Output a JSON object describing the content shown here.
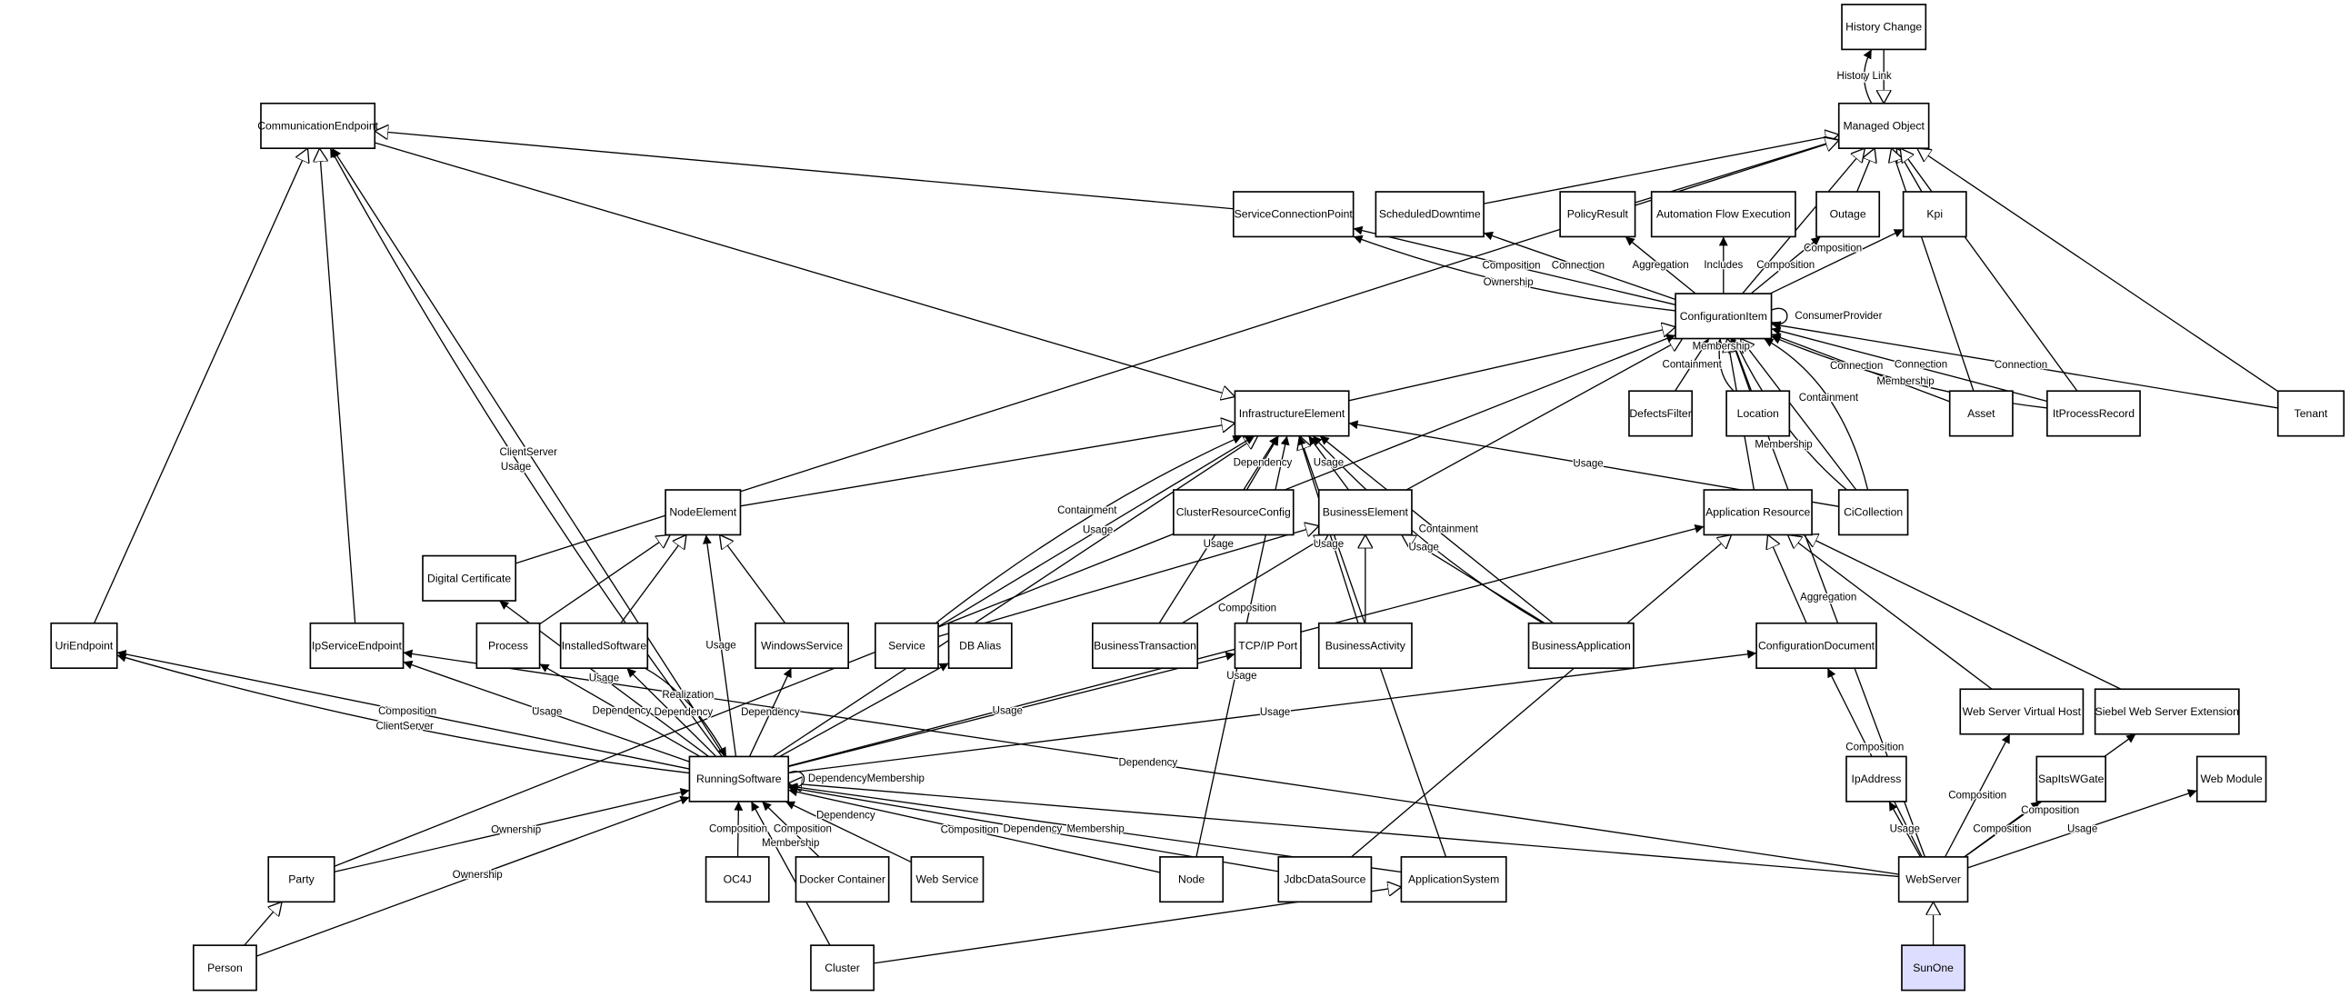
{
  "colors": {
    "node_fill": "#ffffff",
    "highlight_fill": "#ddddff",
    "stroke": "#000000"
  },
  "nodes": [
    {
      "id": "HistoryChange",
      "label": "History Change"
    },
    {
      "id": "ManagedObject",
      "label": "Managed Object"
    },
    {
      "id": "CommunicationEndpoint",
      "label": "CommunicationEndpoint"
    },
    {
      "id": "ServiceConnectionPoint",
      "label": "ServiceConnectionPoint"
    },
    {
      "id": "ScheduledDowntime",
      "label": "ScheduledDowntime"
    },
    {
      "id": "PolicyResult",
      "label": "PolicyResult"
    },
    {
      "id": "AutomationFlowExecution",
      "label": "Automation Flow Execution"
    },
    {
      "id": "Outage",
      "label": "Outage"
    },
    {
      "id": "Kpi",
      "label": "Kpi"
    },
    {
      "id": "ConfigurationItem",
      "label": "ConfigurationItem"
    },
    {
      "id": "InfrastructureElement",
      "label": "InfrastructureElement"
    },
    {
      "id": "DefectsFilter",
      "label": "DefectsFilter"
    },
    {
      "id": "Location",
      "label": "Location"
    },
    {
      "id": "Asset",
      "label": "Asset"
    },
    {
      "id": "ItProcessRecord",
      "label": "ItProcessRecord"
    },
    {
      "id": "Tenant",
      "label": "Tenant"
    },
    {
      "id": "NodeElement",
      "label": "NodeElement"
    },
    {
      "id": "ClusterResourceConfig",
      "label": "ClusterResourceConfig"
    },
    {
      "id": "BusinessElement",
      "label": "BusinessElement"
    },
    {
      "id": "ApplicationResource",
      "label": "Application Resource"
    },
    {
      "id": "CiCollection",
      "label": "CiCollection"
    },
    {
      "id": "DigitalCertificate",
      "label": "Digital Certificate"
    },
    {
      "id": "UriEndpoint",
      "label": "UriEndpoint"
    },
    {
      "id": "IpServiceEndpoint",
      "label": "IpServiceEndpoint"
    },
    {
      "id": "Process",
      "label": "Process"
    },
    {
      "id": "InstalledSoftware",
      "label": "InstalledSoftware"
    },
    {
      "id": "WindowsService",
      "label": "WindowsService"
    },
    {
      "id": "Service",
      "label": "Service"
    },
    {
      "id": "DBAlias",
      "label": "DB Alias"
    },
    {
      "id": "BusinessTransaction",
      "label": "BusinessTransaction"
    },
    {
      "id": "TcpIpPort",
      "label": "TCP/IP Port"
    },
    {
      "id": "BusinessActivity",
      "label": "BusinessActivity"
    },
    {
      "id": "BusinessApplication",
      "label": "BusinessApplication"
    },
    {
      "id": "ConfigurationDocument",
      "label": "ConfigurationDocument"
    },
    {
      "id": "WebServerVirtualHost",
      "label": "Web Server Virtual Host"
    },
    {
      "id": "SiebelWebServerExtension",
      "label": "Siebel Web Server Extension"
    },
    {
      "id": "RunningSoftware",
      "label": "RunningSoftware"
    },
    {
      "id": "IpAddress",
      "label": "IpAddress"
    },
    {
      "id": "SapItsWGate",
      "label": "SapItsWGate"
    },
    {
      "id": "WebModule",
      "label": "Web Module"
    },
    {
      "id": "Party",
      "label": "Party"
    },
    {
      "id": "OC4J",
      "label": "OC4J"
    },
    {
      "id": "DockerContainer",
      "label": "Docker Container"
    },
    {
      "id": "WebService",
      "label": "Web Service"
    },
    {
      "id": "Node",
      "label": "Node"
    },
    {
      "id": "JdbcDataSource",
      "label": "JdbcDataSource"
    },
    {
      "id": "ApplicationSystem",
      "label": "ApplicationSystem"
    },
    {
      "id": "WebServer",
      "label": "WebServer"
    },
    {
      "id": "Person",
      "label": "Person"
    },
    {
      "id": "Cluster",
      "label": "Cluster"
    },
    {
      "id": "SunOne",
      "label": "SunOne",
      "highlighted": true
    }
  ],
  "edges": [
    {
      "from": "HistoryChange",
      "to": "ManagedObject",
      "kind": "generalization",
      "label": ""
    },
    {
      "from": "ManagedObject",
      "to": "HistoryChange",
      "kind": "association",
      "label": "History Link"
    },
    {
      "from": "ServiceConnectionPoint",
      "to": "CommunicationEndpoint",
      "kind": "generalization",
      "label": ""
    },
    {
      "from": "UriEndpoint",
      "to": "CommunicationEndpoint",
      "kind": "generalization",
      "label": ""
    },
    {
      "from": "IpServiceEndpoint",
      "to": "CommunicationEndpoint",
      "kind": "generalization",
      "label": ""
    },
    {
      "from": "CommunicationEndpoint",
      "to": "InfrastructureElement",
      "kind": "generalization",
      "label": ""
    },
    {
      "from": "ScheduledDowntime",
      "to": "ManagedObject",
      "kind": "generalization",
      "label": ""
    },
    {
      "from": "PolicyResult",
      "to": "ManagedObject",
      "kind": "generalization",
      "label": ""
    },
    {
      "from": "Outage",
      "to": "ManagedObject",
      "kind": "generalization",
      "label": ""
    },
    {
      "from": "Kpi",
      "to": "ManagedObject",
      "kind": "generalization",
      "label": ""
    },
    {
      "from": "Asset",
      "to": "ManagedObject",
      "kind": "generalization",
      "label": ""
    },
    {
      "from": "ItProcessRecord",
      "to": "ManagedObject",
      "kind": "generalization",
      "label": ""
    },
    {
      "from": "Tenant",
      "to": "ManagedObject",
      "kind": "generalization",
      "label": ""
    },
    {
      "from": "ConfigurationItem",
      "to": "ManagedObject",
      "kind": "generalization",
      "label": ""
    },
    {
      "from": "DigitalCertificate",
      "to": "ManagedObject",
      "kind": "generalization",
      "label": ""
    },
    {
      "from": "InfrastructureElement",
      "to": "ConfigurationItem",
      "kind": "generalization",
      "label": ""
    },
    {
      "from": "Location",
      "to": "ConfigurationItem",
      "kind": "generalization",
      "label": ""
    },
    {
      "from": "BusinessElement",
      "to": "ConfigurationItem",
      "kind": "generalization",
      "label": ""
    },
    {
      "from": "ApplicationResource",
      "to": "ConfigurationItem",
      "kind": "generalization",
      "label": ""
    },
    {
      "from": "CiCollection",
      "to": "ConfigurationItem",
      "kind": "generalization",
      "label": ""
    },
    {
      "from": "NodeElement",
      "to": "InfrastructureElement",
      "kind": "generalization",
      "label": ""
    },
    {
      "from": "RunningSoftware",
      "to": "InfrastructureElement",
      "kind": "generalization",
      "label": ""
    },
    {
      "from": "ApplicationSystem",
      "to": "InfrastructureElement",
      "kind": "generalization",
      "label": ""
    },
    {
      "from": "Process",
      "to": "NodeElement",
      "kind": "generalization",
      "label": ""
    },
    {
      "from": "InstalledSoftware",
      "to": "NodeElement",
      "kind": "generalization",
      "label": ""
    },
    {
      "from": "WindowsService",
      "to": "NodeElement",
      "kind": "generalization",
      "label": ""
    },
    {
      "from": "Service",
      "to": "BusinessElement",
      "kind": "generalization",
      "label": ""
    },
    {
      "from": "BusinessTransaction",
      "to": "BusinessElement",
      "kind": "generalization",
      "label": ""
    },
    {
      "from": "BusinessActivity",
      "to": "BusinessElement",
      "kind": "generalization",
      "label": ""
    },
    {
      "from": "BusinessApplication",
      "to": "BusinessElement",
      "kind": "generalization",
      "label": ""
    },
    {
      "from": "ConfigurationDocument",
      "to": "ApplicationResource",
      "kind": "generalization",
      "label": ""
    },
    {
      "from": "WebServerVirtualHost",
      "to": "ApplicationResource",
      "kind": "generalization",
      "label": ""
    },
    {
      "from": "SiebelWebServerExtension",
      "to": "ApplicationResource",
      "kind": "generalization",
      "label": ""
    },
    {
      "from": "JdbcDataSource",
      "to": "ApplicationResource",
      "kind": "generalization",
      "label": ""
    },
    {
      "from": "Person",
      "to": "Party",
      "kind": "generalization",
      "label": ""
    },
    {
      "from": "Cluster",
      "to": "ApplicationSystem",
      "kind": "generalization",
      "label": ""
    },
    {
      "from": "SunOne",
      "to": "WebServer",
      "kind": "generalization",
      "label": ""
    },
    {
      "from": "WebServer",
      "to": "RunningSoftware",
      "kind": "generalization",
      "label": ""
    },
    {
      "from": "ConfigurationItem",
      "to": "ServiceConnectionPoint",
      "kind": "association",
      "label": "Composition"
    },
    {
      "from": "ConfigurationItem",
      "to": "ServiceConnectionPoint",
      "kind": "association",
      "label": "Ownership"
    },
    {
      "from": "ConfigurationItem",
      "to": "ScheduledDowntime",
      "kind": "association",
      "label": "Connection"
    },
    {
      "from": "ConfigurationItem",
      "to": "PolicyResult",
      "kind": "association",
      "label": "Aggregation"
    },
    {
      "from": "ConfigurationItem",
      "to": "AutomationFlowExecution",
      "kind": "association",
      "label": "Includes"
    },
    {
      "from": "ConfigurationItem",
      "to": "Outage",
      "kind": "association",
      "label": "Composition"
    },
    {
      "from": "ConfigurationItem",
      "to": "Kpi",
      "kind": "association",
      "label": "Composition"
    },
    {
      "from": "ConfigurationItem",
      "to": "ConfigurationItem",
      "kind": "association",
      "label": "ConsumerProvider"
    },
    {
      "from": "DefectsFilter",
      "to": "ConfigurationItem",
      "kind": "association",
      "label": "Containment"
    },
    {
      "from": "Location",
      "to": "ConfigurationItem",
      "kind": "association",
      "label": "Membership"
    },
    {
      "from": "Asset",
      "to": "ConfigurationItem",
      "kind": "association",
      "label": "Connection"
    },
    {
      "from": "ItProcessRecord",
      "to": "ConfigurationItem",
      "kind": "association",
      "label": "Connection"
    },
    {
      "from": "ItProcessRecord",
      "to": "ConfigurationItem",
      "kind": "association",
      "label": "Membership"
    },
    {
      "from": "Tenant",
      "to": "ConfigurationItem",
      "kind": "association",
      "label": "Connection"
    },
    {
      "from": "CiCollection",
      "to": "ConfigurationItem",
      "kind": "association",
      "label": "Membership"
    },
    {
      "from": "CiCollection",
      "to": "ConfigurationItem",
      "kind": "association",
      "label": "Containment"
    },
    {
      "from": "Party",
      "to": "ConfigurationItem",
      "kind": "association",
      "label": ""
    },
    {
      "from": "WebServer",
      "to": "ConfigurationItem",
      "kind": "association",
      "label": "Aggregation"
    },
    {
      "from": "ClusterResourceConfig",
      "to": "InfrastructureElement",
      "kind": "association",
      "label": "Dependency"
    },
    {
      "from": "BusinessElement",
      "to": "InfrastructureElement",
      "kind": "association",
      "label": "Usage"
    },
    {
      "from": "Service",
      "to": "InfrastructureElement",
      "kind": "association",
      "label": "Usage"
    },
    {
      "from": "Service",
      "to": "InfrastructureElement",
      "kind": "association",
      "label": "Containment"
    },
    {
      "from": "BusinessTransaction",
      "to": "InfrastructureElement",
      "kind": "association",
      "label": "Usage"
    },
    {
      "from": "BusinessActivity",
      "to": "InfrastructureElement",
      "kind": "association",
      "label": "Usage"
    },
    {
      "from": "BusinessApplication",
      "to": "InfrastructureElement",
      "kind": "association",
      "label": "Containment"
    },
    {
      "from": "BusinessApplication",
      "to": "InfrastructureElement",
      "kind": "association",
      "label": "Usage"
    },
    {
      "from": "CiCollection",
      "to": "InfrastructureElement",
      "kind": "association",
      "label": "Usage"
    },
    {
      "from": "Node",
      "to": "InfrastructureElement",
      "kind": "association",
      "label": "Usage"
    },
    {
      "from": "RunningSoftware",
      "to": "CommunicationEndpoint",
      "kind": "association",
      "label": "ClientServer"
    },
    {
      "from": "RunningSoftware",
      "to": "CommunicationEndpoint",
      "kind": "association",
      "label": "Usage"
    },
    {
      "from": "RunningSoftware",
      "to": "UriEndpoint",
      "kind": "association",
      "label": "Composition"
    },
    {
      "from": "RunningSoftware",
      "to": "UriEndpoint",
      "kind": "association",
      "label": "ClientServer"
    },
    {
      "from": "RunningSoftware",
      "to": "IpServiceEndpoint",
      "kind": "association",
      "label": "Usage"
    },
    {
      "from": "RunningSoftware",
      "to": "DigitalCertificate",
      "kind": "association",
      "label": "Usage"
    },
    {
      "from": "RunningSoftware",
      "to": "Process",
      "kind": "association",
      "label": "Dependency"
    },
    {
      "from": "RunningSoftware",
      "to": "InstalledSoftware",
      "kind": "association",
      "label": "Dependency"
    },
    {
      "from": "InstalledSoftware",
      "to": "RunningSoftware",
      "kind": "association",
      "label": "Realization"
    },
    {
      "from": "RunningSoftware",
      "to": "NodeElement",
      "kind": "association",
      "label": "Usage"
    },
    {
      "from": "RunningSoftware",
      "to": "WindowsService",
      "kind": "association",
      "label": "Dependency"
    },
    {
      "from": "RunningSoftware",
      "to": "DBAlias",
      "kind": "association",
      "label": ""
    },
    {
      "from": "RunningSoftware",
      "to": "TcpIpPort",
      "kind": "association",
      "label": "Usage"
    },
    {
      "from": "RunningSoftware",
      "to": "ApplicationResource",
      "kind": "association",
      "label": "Composition"
    },
    {
      "from": "RunningSoftware",
      "to": "ConfigurationDocument",
      "kind": "association",
      "label": "Usage"
    },
    {
      "from": "RunningSoftware",
      "to": "RunningSoftware",
      "kind": "association",
      "label": "DependencyMembership"
    },
    {
      "from": "WebServer",
      "to": "IpServiceEndpoint",
      "kind": "association",
      "label": "Dependency"
    },
    {
      "from": "Party",
      "to": "RunningSoftware",
      "kind": "association",
      "label": "Ownership"
    },
    {
      "from": "Person",
      "to": "RunningSoftware",
      "kind": "association",
      "label": "Ownership"
    },
    {
      "from": "Cluster",
      "to": "RunningSoftware",
      "kind": "association",
      "label": "Membership"
    },
    {
      "from": "OC4J",
      "to": "RunningSoftware",
      "kind": "association",
      "label": "Composition"
    },
    {
      "from": "DockerContainer",
      "to": "RunningSoftware",
      "kind": "association",
      "label": "Composition"
    },
    {
      "from": "WebService",
      "to": "RunningSoftware",
      "kind": "association",
      "label": "Dependency"
    },
    {
      "from": "Node",
      "to": "RunningSoftware",
      "kind": "association",
      "label": "Composition"
    },
    {
      "from": "JdbcDataSource",
      "to": "RunningSoftware",
      "kind": "association",
      "label": "Dependency"
    },
    {
      "from": "ApplicationSystem",
      "to": "RunningSoftware",
      "kind": "association",
      "label": "Membership"
    },
    {
      "from": "WebServer",
      "to": "ConfigurationDocument",
      "kind": "association",
      "label": "Composition"
    },
    {
      "from": "WebServer",
      "to": "IpAddress",
      "kind": "association",
      "label": "Usage"
    },
    {
      "from": "WebServer",
      "to": "WebServerVirtualHost",
      "kind": "association",
      "label": "Composition"
    },
    {
      "from": "WebServer",
      "to": "SapItsWGate",
      "kind": "association",
      "label": "Composition"
    },
    {
      "from": "WebServer",
      "to": "SiebelWebServerExtension",
      "kind": "association",
      "label": "Composition"
    },
    {
      "from": "WebServer",
      "to": "WebModule",
      "kind": "association",
      "label": "Usage"
    }
  ]
}
